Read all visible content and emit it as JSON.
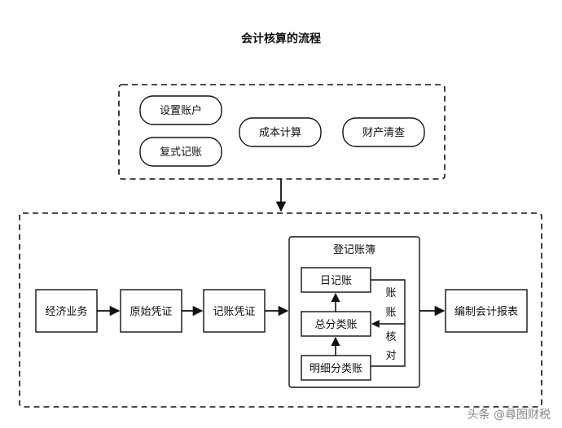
{
  "title": "会计核算的流程",
  "top_group": {
    "items": [
      "设置账户",
      "复式记账",
      "成本计算",
      "财产清查"
    ]
  },
  "flow": {
    "steps": [
      "经济业务",
      "原始凭证",
      "记账凭证"
    ],
    "ledger_group": {
      "label": "登记账簿",
      "items": [
        "日记账",
        "总分类账",
        "明细分类账"
      ],
      "reconcile_label": [
        "账",
        "账",
        "核",
        "对"
      ]
    },
    "output": "编制会计报表"
  },
  "watermark": "头条 @尋图财税",
  "colors": {
    "line": "#111111",
    "bg": "#ffffff",
    "watermark": "#888888"
  }
}
